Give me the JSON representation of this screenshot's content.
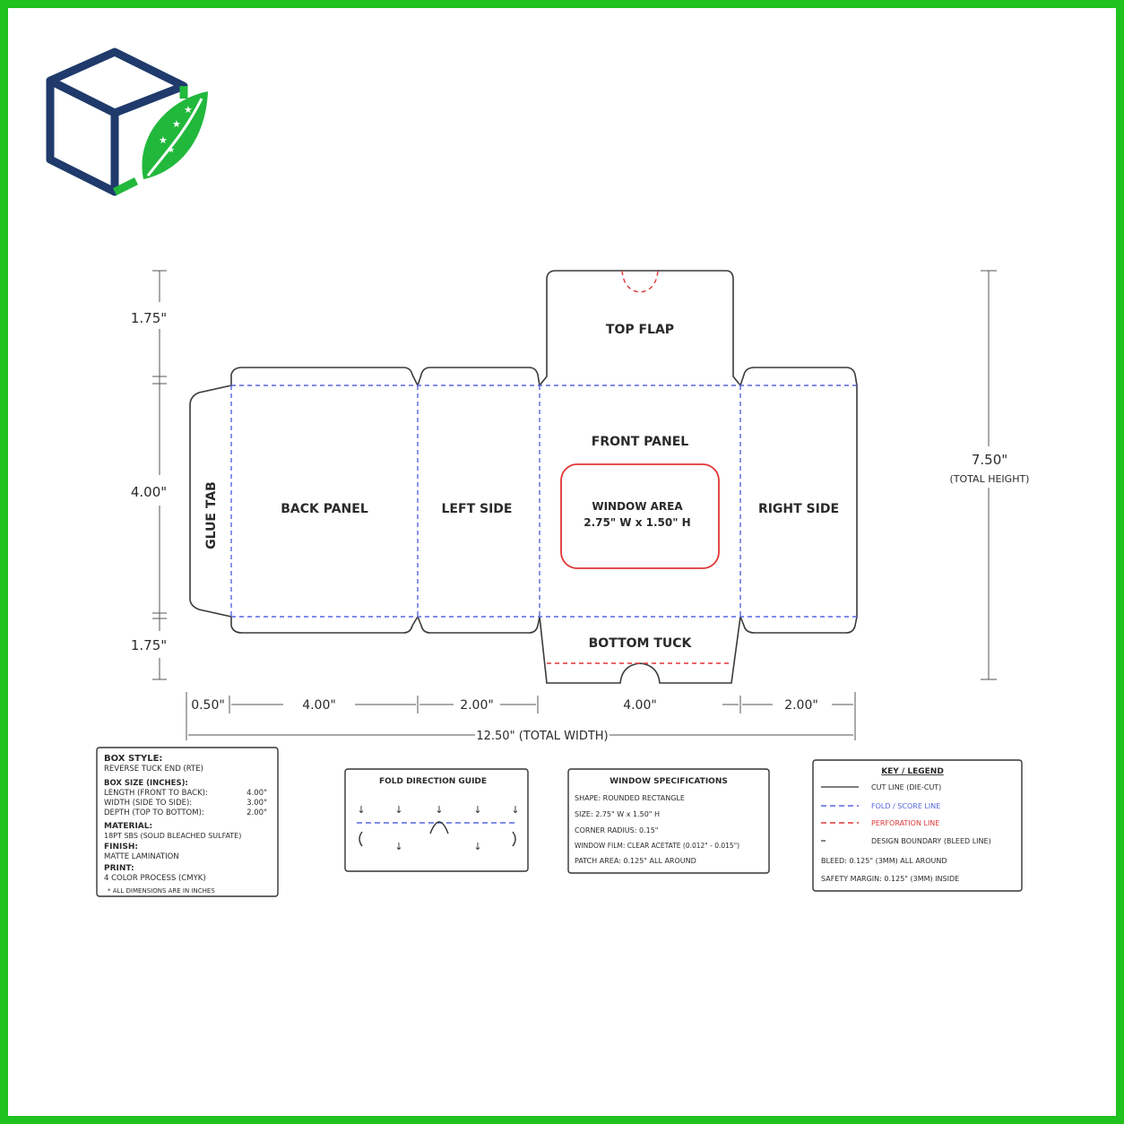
{
  "colors": {
    "frame": "#1fc21f",
    "cut": "#3a3a3a",
    "fold": "#5566dd",
    "perforation": "#e03535",
    "logo_dark": "#1f3a6b",
    "logo_green": "#22b83c"
  },
  "logo": {
    "name": "box-leaf-logo"
  },
  "panels": {
    "glue_tab": "GLUE TAB",
    "back_panel": "BACK PANEL",
    "left_side": "LEFT SIDE",
    "front_panel": "FRONT PANEL",
    "right_side": "RIGHT SIDE",
    "top_flap": "TOP FLAP",
    "bottom_tuck": "BOTTOM TUCK",
    "window_title": "WINDOW AREA",
    "window_size": "2.75\" W x 1.50\" H"
  },
  "dimensions": {
    "left_top": "1.75\"",
    "left_mid": "4.00\"",
    "left_bottom": "1.75\"",
    "total_height": "7.50\"",
    "total_height_note": "(TOTAL HEIGHT)",
    "glue": "0.50\"",
    "back": "4.00\"",
    "left_side": "2.00\"",
    "front": "4.00\"",
    "right_side": "2.00\"",
    "total_width": "12.50\" (TOTAL WIDTH)"
  },
  "box_spec": {
    "style_label": "BOX STYLE:",
    "style_value": "REVERSE TUCK END (RTE)",
    "size_label": "BOX SIZE (INCHES):",
    "length_label": "LENGTH (FRONT TO BACK):",
    "length_value": "4.00\"",
    "width_label": "WIDTH (SIDE TO SIDE):",
    "width_value": "3.00\"",
    "depth_label": "DEPTH (TOP TO BOTTOM):",
    "depth_value": "2.00\"",
    "material_label": "MATERIAL:",
    "material_value": "18PT SBS (SOLID BLEACHED SULFATE)",
    "finish_label": "FINISH:",
    "finish_value": "MATTE LAMINATION",
    "print_label": "PRINT:",
    "print_value": "4 COLOR PROCESS (CMYK)",
    "footnote": "* ALL DIMENSIONS ARE IN INCHES"
  },
  "fold_guide": {
    "title": "FOLD DIRECTION GUIDE"
  },
  "window_spec": {
    "title": "WINDOW SPECIFICATIONS",
    "shape": "SHAPE:  ROUNDED RECTANGLE",
    "size": "SIZE:  2.75\" W x 1.50\" H",
    "radius": "CORNER RADIUS:  0.15\"",
    "film": "WINDOW FILM:  CLEAR ACETATE (0.012\" - 0.015\")",
    "patch": "PATCH AREA:  0.125\" ALL AROUND"
  },
  "legend": {
    "title": "KEY / LEGEND",
    "cut": "CUT LINE (DIE-CUT)",
    "fold": "FOLD / SCORE LINE",
    "perforation": "PERFORATION LINE",
    "bleed_line": "DESIGN BOUNDARY (BLEED LINE)",
    "bleed": "BLEED:  0.125\" (3MM) ALL AROUND",
    "safety": "SAFETY MARGIN:  0.125\" (3MM) INSIDE"
  }
}
